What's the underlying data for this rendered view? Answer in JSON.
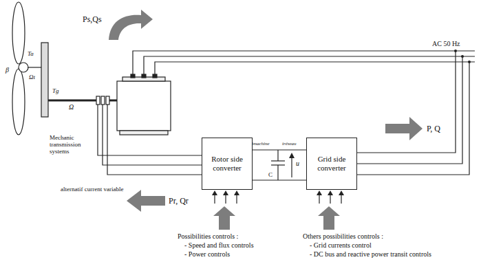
{
  "diagram": {
    "nodes": [
      {
        "text": [
          "Rotor side converter"
        ]
      },
      {
        "text": [
          "Grid side converter"
        ]
      }
    ],
    "edges": [
      {
        "from": 0,
        "to": 1,
        "arrow": "none"
      }
    ],
    "labels": [
      "Ps,Qs",
      "AC 50 Hz",
      "P, Q",
      "Pr, Qr",
      "alternatif current variable",
      "Mechanic transmission systems",
      "Possibilities controls :",
      "- Speed and flux controls",
      "- Power controls",
      "Others possibilities controls :",
      "- Grid currents control",
      "- DC bus and reactive power transit controls",
      "imachine",
      "iréseau",
      "u",
      "C",
      "Ta",
      "Ωt",
      "β",
      "Tg",
      "Ω"
    ]
  }
}
